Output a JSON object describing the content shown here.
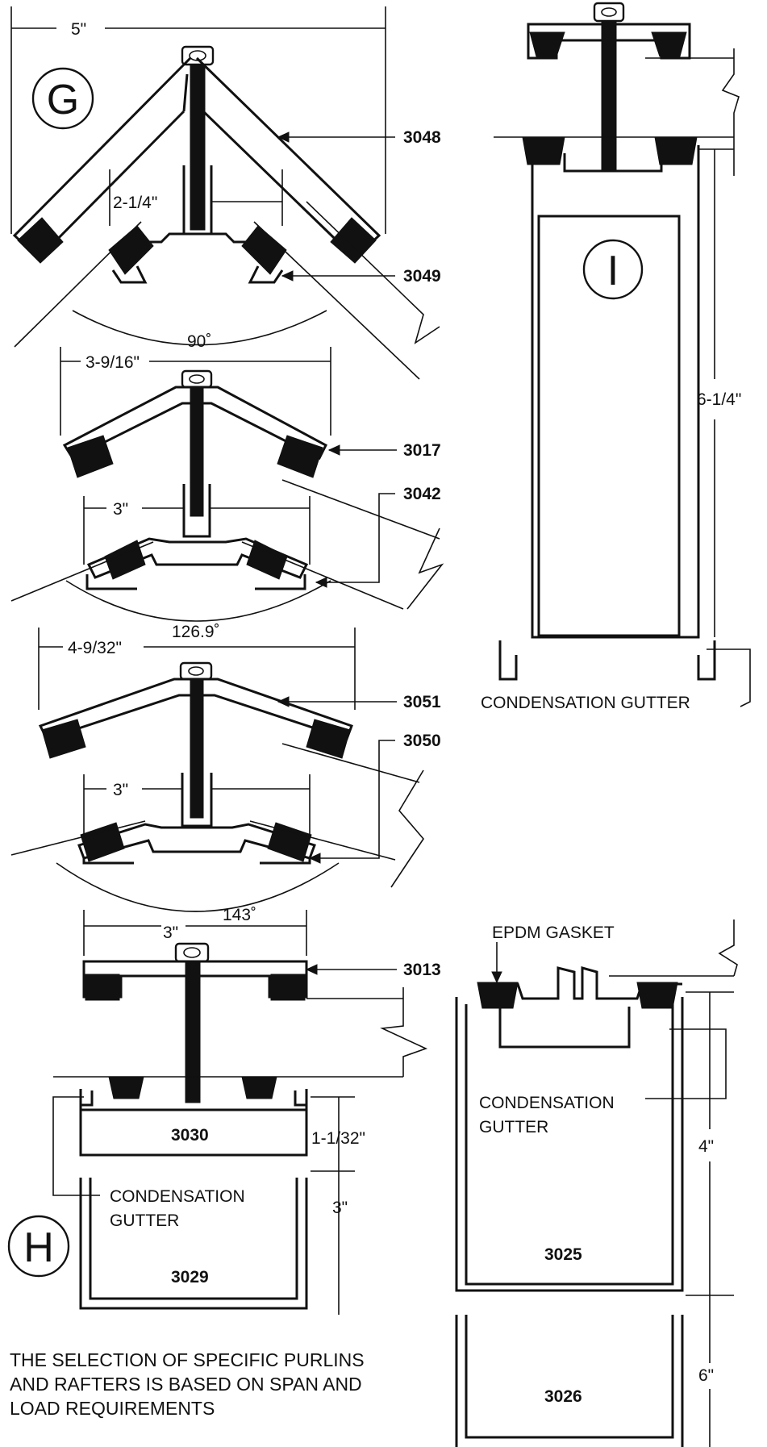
{
  "details": {
    "g": {
      "mark": "G",
      "width": "5\"",
      "inner_width": "2-1/4\"",
      "angle": "90˚",
      "cap_part": "3048",
      "base_part": "3049"
    },
    "mid1": {
      "width": "3-9/16\"",
      "inner_width": "3\"",
      "angle": "126.9˚",
      "cap_part": "3017",
      "base_part": "3042"
    },
    "mid2": {
      "width": "4-9/32\"",
      "inner_width": "3\"",
      "angle": "143˚",
      "cap_part": "3051",
      "base_part": "3050"
    },
    "h": {
      "mark": "H",
      "width": "3\"",
      "cap_part": "3013",
      "purlin_part": "3030",
      "purlin_height": "1-1/32\"",
      "lower_part": "3029",
      "lower_height": "3\"",
      "gutter_label_line1": "CONDENSATION",
      "gutter_label_line2": "GUTTER"
    },
    "i": {
      "mark": "I",
      "height": "6-1/4\"",
      "gutter_label": "CONDENSATION GUTTER"
    },
    "right_lower": {
      "gasket_label": "EPDM GASKET",
      "gutter_label_line1": "CONDENSATION",
      "gutter_label_line2": "GUTTER",
      "upper_part": "3025",
      "upper_height": "4\"",
      "lower_part": "3026",
      "lower_height": "6\""
    }
  },
  "note": {
    "line1": "THE SELECTION OF SPECIFIC PURLINS",
    "line2": "AND RAFTERS IS BASED ON SPAN AND",
    "line3": "LOAD REQUIREMENTS"
  },
  "colors": {
    "ink": "#111111",
    "paper": "#ffffff"
  }
}
